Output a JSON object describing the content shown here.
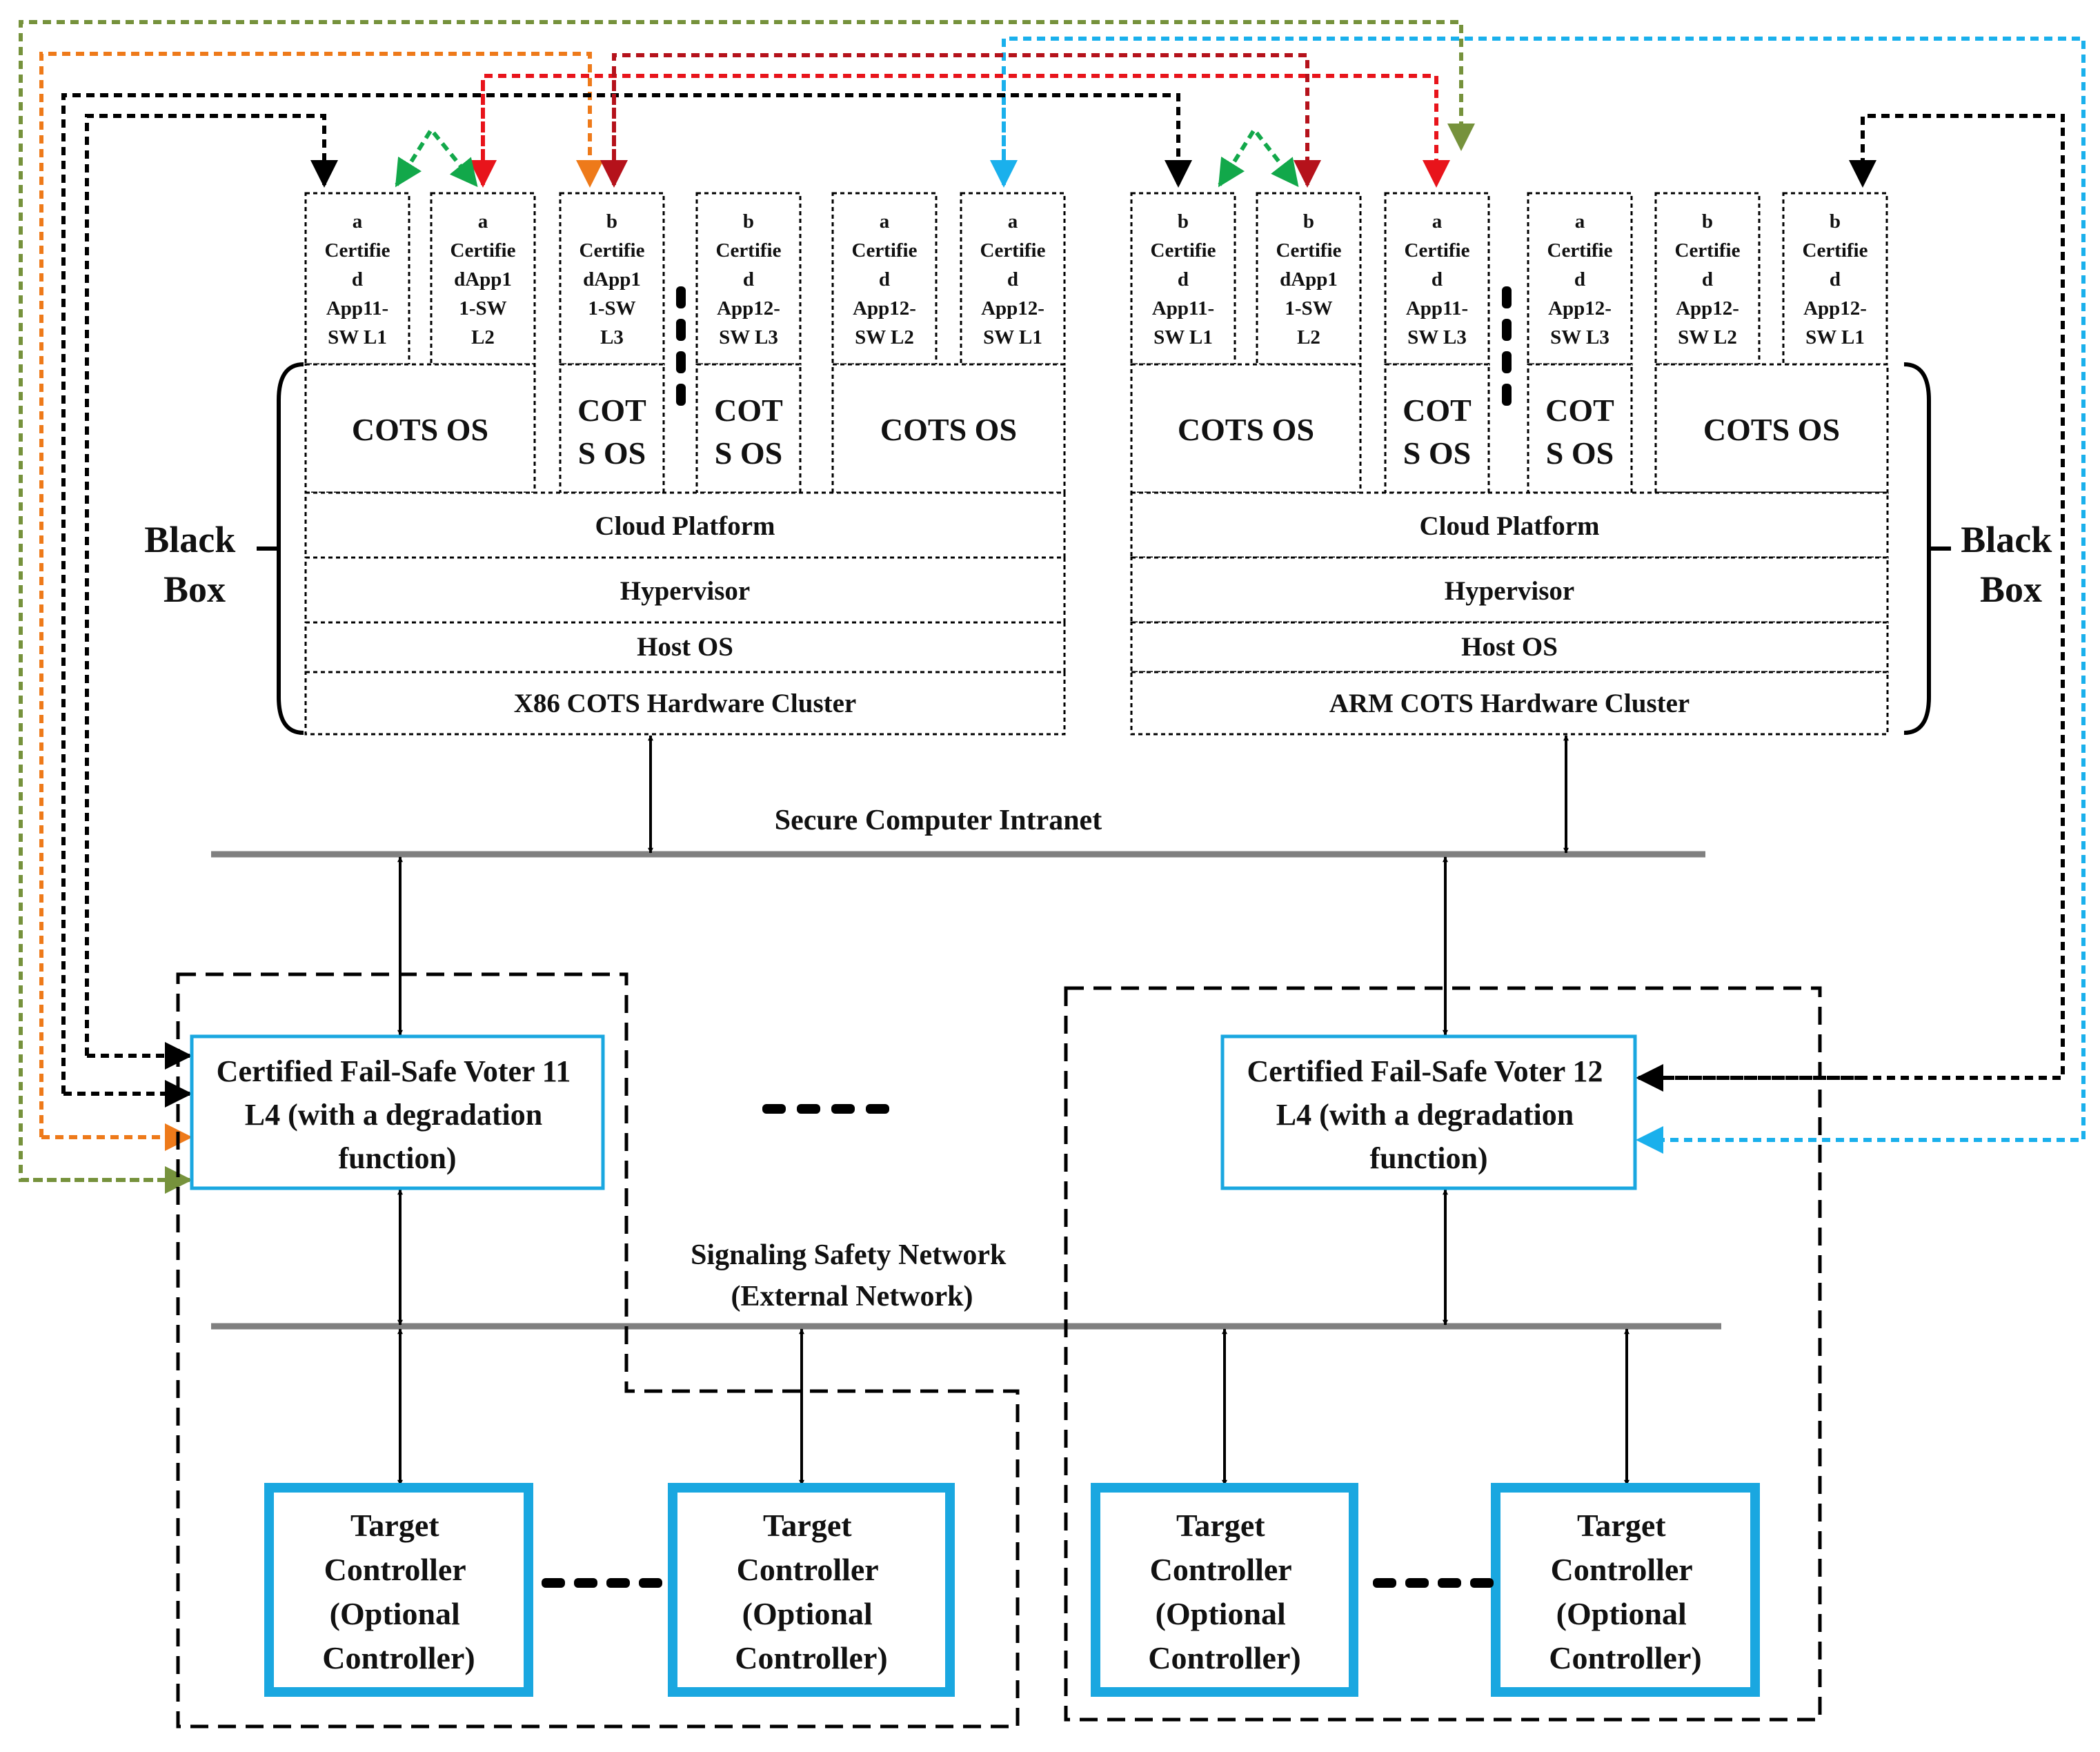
{
  "colors": {
    "black": "#000000",
    "gray_bus": "#808080",
    "blue_box": "#1aa7e0",
    "green": "#12a84a",
    "red": "#e8141b",
    "dark_red": "#b5121b",
    "orange": "#ee7a1a",
    "olive": "#76923c",
    "cyan": "#1ab0ec"
  },
  "left_cluster": {
    "apps": [
      {
        "lines": [
          "a",
          "Certifie",
          "d",
          "App11-",
          "SW L1"
        ]
      },
      {
        "lines": [
          "a",
          "Certifie",
          "dApp1",
          "1-SW",
          "L2"
        ]
      },
      {
        "lines": [
          "b",
          "Certifie",
          "dApp1",
          "1-SW",
          "L3"
        ]
      },
      {
        "lines": [
          "b",
          "Certifie",
          "d",
          "App12-",
          "SW L3"
        ]
      },
      {
        "lines": [
          "a",
          "Certifie",
          "d",
          "App12-",
          "SW L2"
        ]
      },
      {
        "lines": [
          "a",
          "Certifie",
          "d",
          "App12-",
          "SW L1"
        ]
      }
    ],
    "os": [
      {
        "lines": [
          "COTS OS"
        ]
      },
      {
        "lines": [
          "COT",
          "S OS"
        ]
      },
      {
        "lines": [
          "COT",
          "S OS"
        ]
      },
      {
        "lines": [
          "COTS OS"
        ]
      }
    ],
    "cloud": "Cloud Platform",
    "hypervisor": "Hypervisor",
    "host": "Host OS",
    "hardware": "X86 COTS Hardware Cluster",
    "black_box": [
      "Black",
      "Box"
    ]
  },
  "right_cluster": {
    "apps": [
      {
        "lines": [
          "b",
          "Certifie",
          "d",
          "App11-",
          "SW L1"
        ]
      },
      {
        "lines": [
          "b",
          "Certifie",
          "dApp1",
          "1-SW",
          "L2"
        ]
      },
      {
        "lines": [
          "a",
          "Certifie",
          "d",
          "App11-",
          "SW L3"
        ]
      },
      {
        "lines": [
          "a",
          "Certifie",
          "d",
          "App12-",
          "SW L3"
        ]
      },
      {
        "lines": [
          "b",
          "Certifie",
          "d",
          "App12-",
          "SW L2"
        ]
      },
      {
        "lines": [
          "b",
          "Certifie",
          "d",
          "App12-",
          "SW L1"
        ]
      }
    ],
    "os": [
      {
        "lines": [
          "COTS OS"
        ]
      },
      {
        "lines": [
          "COT",
          "S OS"
        ]
      },
      {
        "lines": [
          "COT",
          "S OS"
        ]
      },
      {
        "lines": [
          "COTS OS"
        ]
      }
    ],
    "cloud": "Cloud Platform",
    "hypervisor": "Hypervisor",
    "host": "Host OS",
    "hardware": "ARM COTS Hardware Cluster",
    "black_box": [
      "Black",
      "Box"
    ]
  },
  "networks": {
    "intranet": "Secure Computer Intranet",
    "safety": [
      "Signaling Safety Network",
      "(External Network)"
    ]
  },
  "voters": {
    "left": [
      "Certified Fail-Safe Voter 11",
      "L4 (with a degradation",
      "function)"
    ],
    "right": [
      "Certified Fail-Safe Voter 12",
      "L4 (with a degradation",
      "function)"
    ]
  },
  "controllers": [
    {
      "lines": [
        "Target",
        "Controller",
        "(Optional",
        "Controller)"
      ]
    },
    {
      "lines": [
        "Target",
        "Controller",
        "(Optional",
        "Controller)"
      ]
    },
    {
      "lines": [
        "Target",
        "Controller",
        "(Optional",
        "Controller)"
      ]
    },
    {
      "lines": [
        "Target",
        "Controller",
        "(Optional",
        "Controller)"
      ]
    }
  ]
}
